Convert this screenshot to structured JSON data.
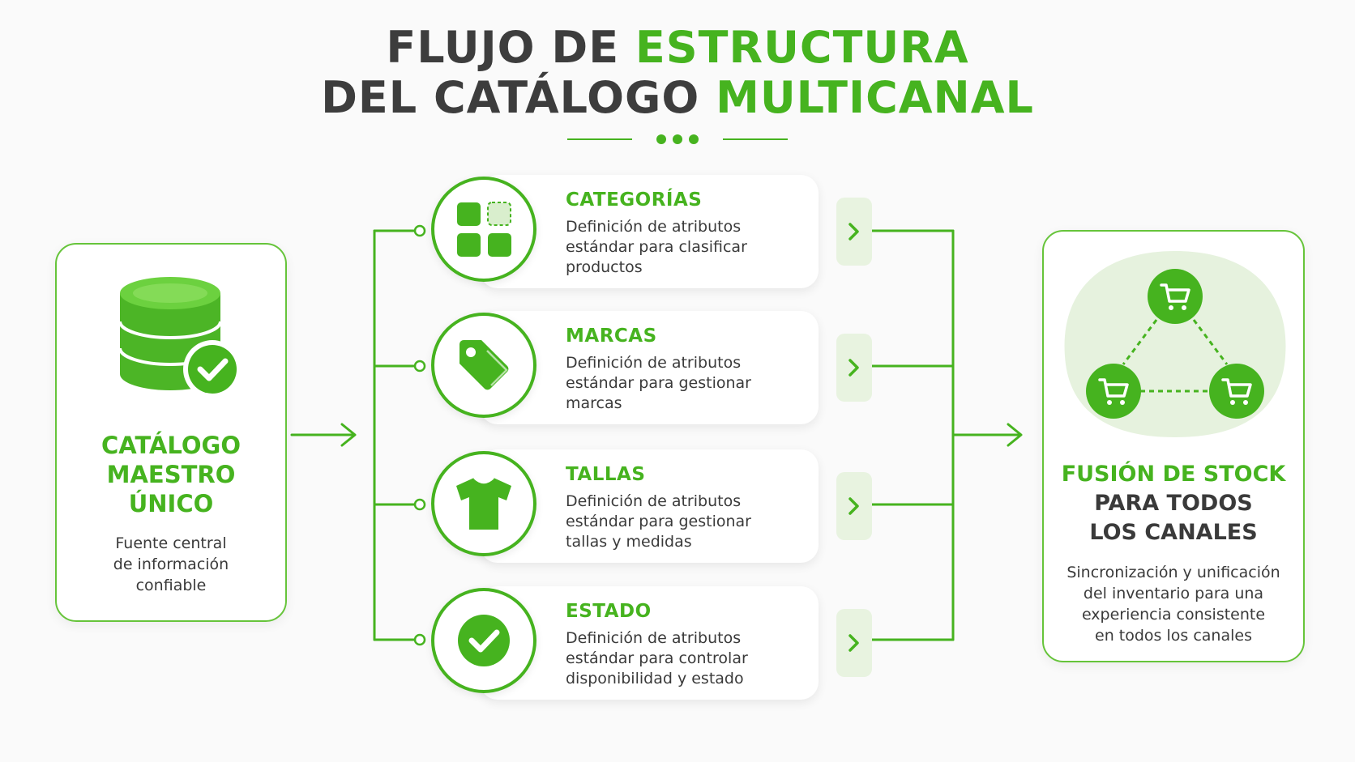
{
  "title": {
    "line1_dark": "FLUJO DE ",
    "line1_green": "ESTRUCTURA",
    "line2_dark": "DEL CATÁLOGO ",
    "line2_green": "MULTICANAL"
  },
  "source": {
    "heading": [
      "CATÁLOGO",
      "MAESTRO",
      "ÚNICO"
    ],
    "description": [
      "Fuente central",
      "de información",
      "confiable"
    ],
    "icon": "database-check-icon"
  },
  "steps": [
    {
      "label": "CATEGORÍAS",
      "description": [
        "Definición de atributos",
        "estándar para clasificar",
        "productos"
      ],
      "icon": "grid-icon"
    },
    {
      "label": "MARCAS",
      "description": [
        "Definición de atributos",
        "estándar para gestionar",
        "marcas"
      ],
      "icon": "tag-icon"
    },
    {
      "label": "TALLAS",
      "description": [
        "Definición de atributos",
        "estándar para gestionar",
        "tallas y medidas"
      ],
      "icon": "tshirt-icon"
    },
    {
      "label": "ESTADO",
      "description": [
        "Definición de atributos",
        "estándar para controlar",
        "disponibilidad y estado"
      ],
      "icon": "check-circle-icon"
    }
  ],
  "target": {
    "heading_green": "FUSIÓN DE STOCK",
    "heading_dark": [
      "PARA TODOS",
      "LOS CANALES"
    ],
    "description": [
      "Sincronización y unificación",
      "del inventario para una",
      "experiencia consistente",
      "en todos los canales"
    ],
    "icon": "shopping-cart-network-icon"
  },
  "colors": {
    "accent": "#46b31f",
    "accent_light": "#e8f3e0",
    "text_dark": "#3d3d3d"
  }
}
